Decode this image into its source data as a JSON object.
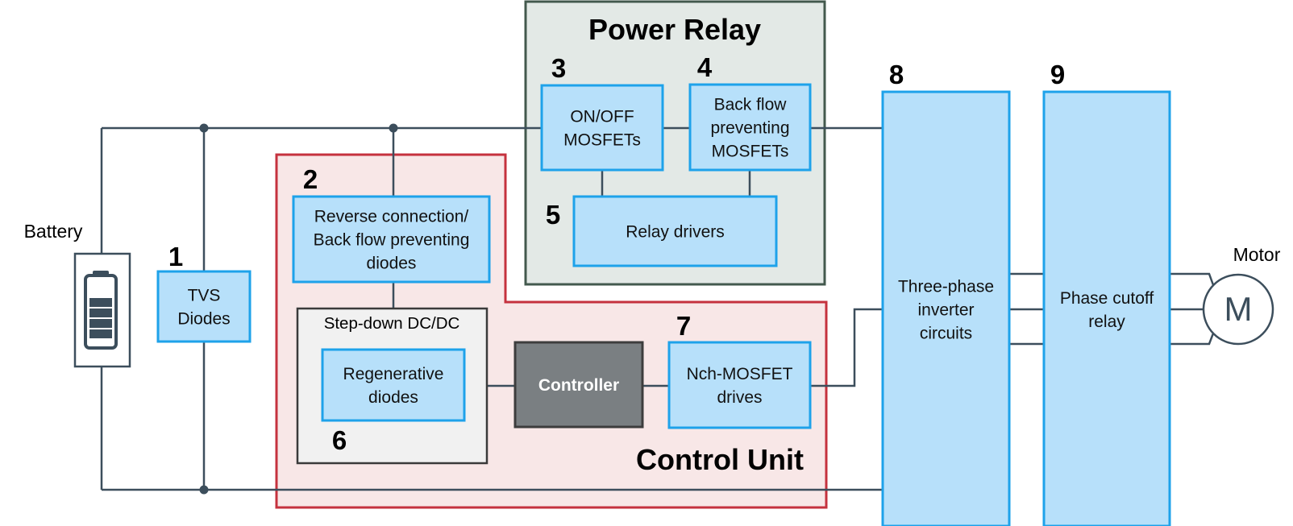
{
  "colors": {
    "wire": "#3c4e5c",
    "box_fill": "#b7e0fa",
    "box_stroke": "#1ea2ea",
    "control_unit_fill": "#f8e7e7",
    "control_unit_stroke": "#c5323e",
    "power_relay_fill": "#e3e9e6",
    "power_relay_stroke": "#43594d",
    "dcdc_fill": "#f1f1f1",
    "dcdc_stroke": "#3a3a3a",
    "controller_fill": "#7a7f82",
    "controller_stroke": "#3d3d3d",
    "controller_text": "#ffffff"
  },
  "battery": {
    "label": "Battery",
    "icon": "battery-icon"
  },
  "motor": {
    "label": "Motor",
    "symbol": "M"
  },
  "groups": {
    "power_relay": {
      "title": "Power Relay"
    },
    "control_unit": {
      "title": "Control Unit"
    }
  },
  "blocks": {
    "tvs": {
      "number": "1",
      "lines": [
        "TVS",
        "Diodes"
      ]
    },
    "reverse": {
      "number": "2",
      "lines": [
        "Reverse connection/",
        "Back flow preventing",
        "diodes"
      ]
    },
    "onoff": {
      "number": "3",
      "lines": [
        "ON/OFF",
        "MOSFETs"
      ]
    },
    "backflow": {
      "number": "4",
      "lines": [
        "Back flow",
        "preventing",
        "MOSFETs"
      ]
    },
    "relay_drivers": {
      "number": "5",
      "lines": [
        "Relay drivers"
      ]
    },
    "dcdc": {
      "number": "6",
      "label": "Step-down DC/DC"
    },
    "regen": {
      "lines": [
        "Regenerative",
        "diodes"
      ]
    },
    "controller": {
      "lines": [
        "Controller"
      ]
    },
    "nch": {
      "number": "7",
      "lines": [
        "Nch-MOSFET",
        "drives"
      ]
    },
    "inverter": {
      "number": "8",
      "lines": [
        "Three-phase",
        "inverter",
        "circuits"
      ]
    },
    "cutoff": {
      "number": "9",
      "lines": [
        "Phase cutoff",
        "relay"
      ]
    }
  }
}
